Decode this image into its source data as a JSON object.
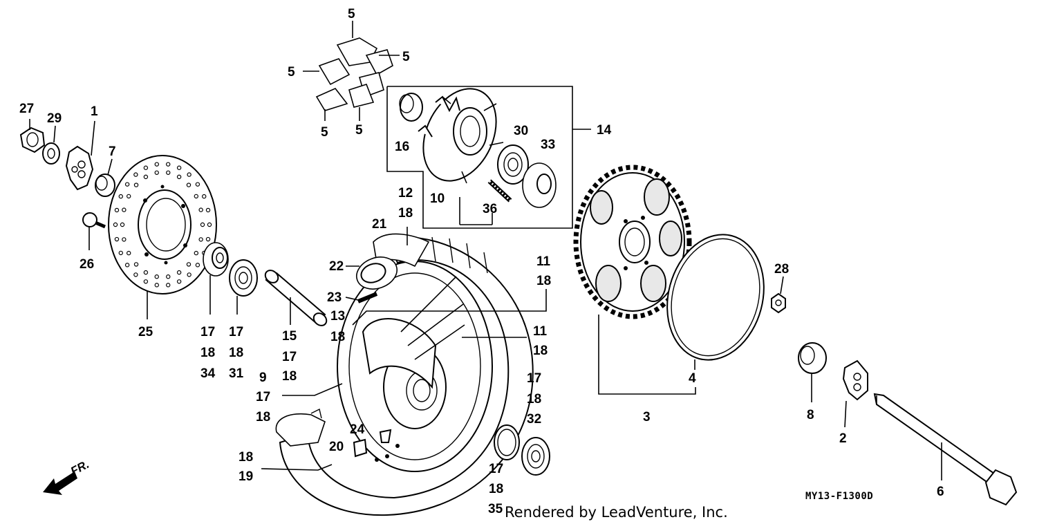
{
  "diagram": {
    "labels": [
      {
        "id": "p5a",
        "text": "5"
      },
      {
        "id": "p5b",
        "text": "5"
      },
      {
        "id": "p5c",
        "text": "5"
      },
      {
        "id": "p5d",
        "text": "5"
      },
      {
        "id": "p5e",
        "text": "5"
      },
      {
        "id": "p27",
        "text": "27"
      },
      {
        "id": "p29",
        "text": "29"
      },
      {
        "id": "p1",
        "text": "1"
      },
      {
        "id": "p7",
        "text": "7"
      },
      {
        "id": "p16",
        "text": "16"
      },
      {
        "id": "p30",
        "text": "30"
      },
      {
        "id": "p33",
        "text": "33"
      },
      {
        "id": "p14",
        "text": "14"
      },
      {
        "id": "p10",
        "text": "10"
      },
      {
        "id": "p36",
        "text": "36"
      },
      {
        "id": "p12",
        "text": "12"
      },
      {
        "id": "p18a",
        "text": "18"
      },
      {
        "id": "p21",
        "text": "21"
      },
      {
        "id": "p26",
        "text": "26"
      },
      {
        "id": "p22",
        "text": "22"
      },
      {
        "id": "p23",
        "text": "23"
      },
      {
        "id": "p11a",
        "text": "11"
      },
      {
        "id": "p18b",
        "text": "18"
      },
      {
        "id": "p28",
        "text": "28"
      },
      {
        "id": "p13",
        "text": "13"
      },
      {
        "id": "p18c",
        "text": "18"
      },
      {
        "id": "p11b",
        "text": "11"
      },
      {
        "id": "p18d",
        "text": "18"
      },
      {
        "id": "p25",
        "text": "25"
      },
      {
        "id": "p17a",
        "text": "17"
      },
      {
        "id": "p18e",
        "text": "18"
      },
      {
        "id": "p34",
        "text": "34"
      },
      {
        "id": "p17b",
        "text": "17"
      },
      {
        "id": "p18f",
        "text": "18"
      },
      {
        "id": "p31",
        "text": "31"
      },
      {
        "id": "p15",
        "text": "15"
      },
      {
        "id": "p17c",
        "text": "17"
      },
      {
        "id": "p18g",
        "text": "18"
      },
      {
        "id": "p9",
        "text": "9"
      },
      {
        "id": "p17d",
        "text": "17"
      },
      {
        "id": "p18h",
        "text": "18"
      },
      {
        "id": "p4",
        "text": "4"
      },
      {
        "id": "p17e",
        "text": "17"
      },
      {
        "id": "p18i",
        "text": "18"
      },
      {
        "id": "p32",
        "text": "32"
      },
      {
        "id": "p3",
        "text": "3"
      },
      {
        "id": "p8",
        "text": "8"
      },
      {
        "id": "p2",
        "text": "2"
      },
      {
        "id": "p24",
        "text": "24"
      },
      {
        "id": "p20",
        "text": "20"
      },
      {
        "id": "p18j",
        "text": "18"
      },
      {
        "id": "p19",
        "text": "19"
      },
      {
        "id": "p17f",
        "text": "17"
      },
      {
        "id": "p18k",
        "text": "18"
      },
      {
        "id": "p35",
        "text": "35"
      },
      {
        "id": "p6",
        "text": "6"
      }
    ],
    "front_indicator": "FR.",
    "diagram_code": "MY13-F1300D",
    "credit": "Rendered by LeadVenture, Inc."
  }
}
